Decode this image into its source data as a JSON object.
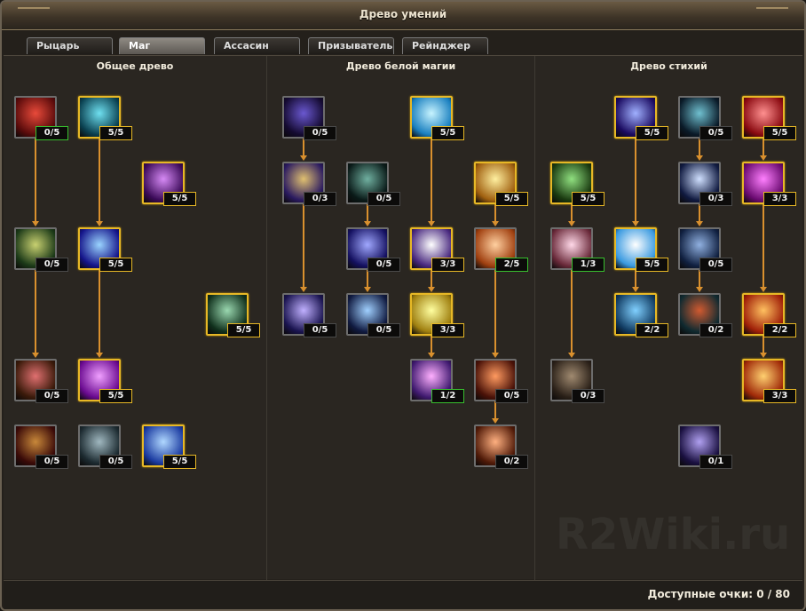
{
  "window": {
    "title": "Древо умений"
  },
  "tabs": [
    {
      "label": "Рыцарь",
      "active": false
    },
    {
      "label": "Маг",
      "active": true
    },
    {
      "label": "Ассасин",
      "active": false
    },
    {
      "label": "Призыватель",
      "active": false
    },
    {
      "label": "Рейнджер",
      "active": false
    }
  ],
  "columns": [
    {
      "title": "Общее древо"
    },
    {
      "title": "Древо белой магии"
    },
    {
      "title": "Древо стихий"
    }
  ],
  "colors": {
    "gold_border": "#e7b826",
    "green_border": "#38bf2e",
    "connector": "#d9902e"
  },
  "skills": [
    {
      "id": "g1",
      "points": "0/5",
      "badge": "green",
      "icon": "red-figure-icon",
      "colors": [
        "#e84a3a",
        "#5a0b0b"
      ]
    },
    {
      "id": "g2",
      "points": "5/5",
      "badge": "gold",
      "icon": "cyan-figure-icon",
      "colors": [
        "#6fe0f0",
        "#0a4050"
      ]
    },
    {
      "id": "g3",
      "points": "5/5",
      "badge": "gold",
      "icon": "violet-figure-icon",
      "colors": [
        "#d68af5",
        "#3b0a58"
      ]
    },
    {
      "id": "g4",
      "points": "0/5",
      "badge": "plain",
      "icon": "golden-cross-icon",
      "colors": [
        "#c8d070",
        "#1c3a18"
      ]
    },
    {
      "id": "g5",
      "points": "5/5",
      "badge": "gold",
      "icon": "blue-orbs-icon",
      "colors": [
        "#9ad4ff",
        "#14148a"
      ]
    },
    {
      "id": "g6",
      "points": "5/5",
      "badge": "gold",
      "icon": "ground-blast-icon",
      "colors": [
        "#9ad8b0",
        "#10301c"
      ]
    },
    {
      "id": "g7",
      "points": "0/5",
      "badge": "plain",
      "icon": "crimson-cross-icon",
      "colors": [
        "#e07070",
        "#3a1a0a"
      ]
    },
    {
      "id": "g8",
      "points": "5/5",
      "badge": "gold",
      "icon": "purple-orb-icon",
      "colors": [
        "#f0a0ff",
        "#6a0a90"
      ]
    },
    {
      "id": "g9",
      "points": "0/5",
      "badge": "plain",
      "icon": "golden-emblem-icon",
      "colors": [
        "#c8883a",
        "#3a0a08"
      ]
    },
    {
      "id": "g10",
      "points": "0/5",
      "badge": "plain",
      "icon": "pale-tree-icon",
      "colors": [
        "#a0b8c0",
        "#1c2a30"
      ]
    },
    {
      "id": "g11",
      "points": "5/5",
      "badge": "gold",
      "icon": "azure-tree-icon",
      "colors": [
        "#b0d8ff",
        "#1a3aa0"
      ]
    },
    {
      "id": "w1",
      "points": "0/5",
      "badge": "plain",
      "icon": "dark-figure-icon",
      "colors": [
        "#6a58d0",
        "#140a30"
      ]
    },
    {
      "id": "w2",
      "points": "5/5",
      "badge": "gold",
      "icon": "white-shield-icon",
      "colors": [
        "#c8f4ff",
        "#1a80c0"
      ]
    },
    {
      "id": "w3",
      "points": "0/3",
      "badge": "plain",
      "icon": "golden-arm-icon",
      "colors": [
        "#e0c070",
        "#2a1a60"
      ]
    },
    {
      "id": "w4",
      "points": "0/5",
      "badge": "plain",
      "icon": "meditating-figure-icon",
      "colors": [
        "#70b0a0",
        "#0a1a18"
      ]
    },
    {
      "id": "w5",
      "points": "5/5",
      "badge": "gold",
      "icon": "holy-sword-icon",
      "colors": [
        "#fff0a0",
        "#a06010"
      ]
    },
    {
      "id": "w6",
      "points": "0/5",
      "badge": "plain",
      "icon": "blue-slash-icon",
      "colors": [
        "#a0a8ff",
        "#141060"
      ]
    },
    {
      "id": "w7",
      "points": "3/3",
      "badge": "gold",
      "icon": "holy-star-icon",
      "colors": [
        "#ffffff",
        "#4a2a80"
      ]
    },
    {
      "id": "w8",
      "points": "2/5",
      "badge": "green",
      "icon": "healing-fist-icon",
      "colors": [
        "#ffd0a0",
        "#a04010"
      ]
    },
    {
      "id": "w9",
      "points": "0/5",
      "badge": "plain",
      "icon": "blue-eye-icon",
      "colors": [
        "#c0b0ff",
        "#1a1450"
      ]
    },
    {
      "id": "w10",
      "points": "0/5",
      "badge": "plain",
      "icon": "blue-hook-icon",
      "colors": [
        "#a0d0ff",
        "#101a40"
      ]
    },
    {
      "id": "w11",
      "points": "3/3",
      "badge": "gold",
      "icon": "golden-light-icon",
      "colors": [
        "#ffffa0",
        "#a08010"
      ]
    },
    {
      "id": "w12",
      "points": "1/2",
      "badge": "green",
      "icon": "light-orb-icon",
      "colors": [
        "#ffb0ff",
        "#401a70"
      ]
    },
    {
      "id": "w13",
      "points": "0/5",
      "badge": "plain",
      "icon": "red-sword-icon",
      "colors": [
        "#ff9a60",
        "#4a1208"
      ]
    },
    {
      "id": "w14",
      "points": "0/2",
      "badge": "plain",
      "icon": "orange-shield-icon",
      "colors": [
        "#ffb080",
        "#501a08"
      ]
    },
    {
      "id": "e1",
      "points": "5/5",
      "badge": "gold",
      "icon": "green-eye-icon",
      "colors": [
        "#90e080",
        "#1a3a10"
      ]
    },
    {
      "id": "e2",
      "points": "5/5",
      "badge": "gold",
      "icon": "dark-claw-icon",
      "colors": [
        "#a0b0ff",
        "#1a0a60"
      ]
    },
    {
      "id": "e3",
      "points": "0/5",
      "badge": "plain",
      "icon": "ice-claw-icon",
      "colors": [
        "#70c0d0",
        "#0a1a28"
      ]
    },
    {
      "id": "e4",
      "points": "5/5",
      "badge": "gold",
      "icon": "red-spikes-icon",
      "colors": [
        "#ff9090",
        "#8a0a10"
      ]
    },
    {
      "id": "e5",
      "points": "0/3",
      "badge": "plain",
      "icon": "frost-shards-icon",
      "colors": [
        "#d0e0ff",
        "#101a40"
      ]
    },
    {
      "id": "e6",
      "points": "3/3",
      "badge": "gold",
      "icon": "magenta-burst-icon",
      "colors": [
        "#ff80ff",
        "#6a0a70"
      ]
    },
    {
      "id": "e7",
      "points": "1/3",
      "badge": "green",
      "icon": "pink-crystals-icon",
      "colors": [
        "#ffd8e8",
        "#6a2a3a"
      ]
    },
    {
      "id": "e8",
      "points": "5/5",
      "badge": "gold",
      "icon": "ice-burst-icon",
      "colors": [
        "#ffffff",
        "#3a9ae0"
      ]
    },
    {
      "id": "e9",
      "points": "0/5",
      "badge": "plain",
      "icon": "ice-pillar-icon",
      "colors": [
        "#90b0e0",
        "#102040"
      ]
    },
    {
      "id": "e10",
      "points": "2/2",
      "badge": "gold",
      "icon": "frost-golem-icon",
      "colors": [
        "#80d0ff",
        "#103a60"
      ]
    },
    {
      "id": "e11",
      "points": "0/2",
      "badge": "plain",
      "icon": "lava-golem-icon",
      "colors": [
        "#d05a30",
        "#102a30"
      ]
    },
    {
      "id": "e12",
      "points": "2/2",
      "badge": "gold",
      "icon": "fireball-icon",
      "colors": [
        "#ffc060",
        "#a02008"
      ]
    },
    {
      "id": "e13",
      "points": "0/3",
      "badge": "plain",
      "icon": "stone-golem-icon",
      "colors": [
        "#a08a70",
        "#2a2018"
      ]
    },
    {
      "id": "e14",
      "points": "3/3",
      "badge": "gold",
      "icon": "meteor-icon",
      "colors": [
        "#ffd070",
        "#a02a08"
      ]
    },
    {
      "id": "e15",
      "points": "0/1",
      "badge": "plain",
      "icon": "violet-mist-icon",
      "colors": [
        "#b0a0f0",
        "#1a1040"
      ]
    }
  ],
  "footer": {
    "points_label": "Доступные очки: 0 / 80"
  },
  "watermark": "R2Wiki.ru"
}
